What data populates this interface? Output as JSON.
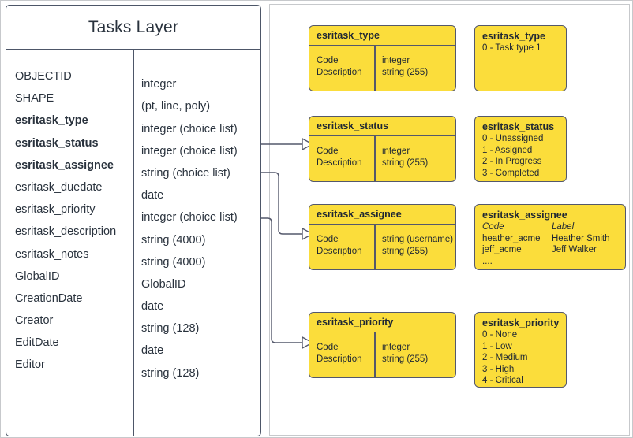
{
  "diagram": {
    "title": "Tasks Layer",
    "accent_yellow": "#fbdd3b",
    "border_color": "#4d5668"
  },
  "entity": {
    "title": "Tasks Layer",
    "fields": [
      {
        "name": "OBJECTID",
        "type": "integer",
        "bold": false
      },
      {
        "name": "SHAPE",
        "type": "(pt, line, poly)",
        "bold": false
      },
      {
        "name": "esritask_type",
        "type": "integer (choice list)",
        "bold": true
      },
      {
        "name": "esritask_status",
        "type": "integer (choice list)",
        "bold": true
      },
      {
        "name": "esritask_assignee",
        "type": "string (choice list)",
        "bold": true
      },
      {
        "name": "esritask_duedate",
        "type": "date",
        "bold": false
      },
      {
        "name": "esritask_priority",
        "type": "integer (choice list)",
        "bold": false
      },
      {
        "name": "esritask_description",
        "type": "string (4000)",
        "bold": false
      },
      {
        "name": "esritask_notes",
        "type": "string (4000)",
        "bold": false
      },
      {
        "name": "GlobalID",
        "type": "GlobalID",
        "bold": false
      },
      {
        "name": "CreationDate",
        "type": "date",
        "bold": false
      },
      {
        "name": "Creator",
        "type": "string (128)",
        "bold": false
      },
      {
        "name": "EditDate",
        "type": "date",
        "bold": false
      },
      {
        "name": "Editor",
        "type": "string (128)",
        "bold": false
      }
    ]
  },
  "schemas": {
    "type": {
      "title": "esritask_type",
      "code_label": "Code",
      "description_label": "Description",
      "code_type": "integer",
      "description_type": "string (255)"
    },
    "status": {
      "title": "esritask_status",
      "code_label": "Code",
      "description_label": "Description",
      "code_type": "integer",
      "description_type": "string (255)"
    },
    "assignee": {
      "title": "esritask_assignee",
      "code_label": "Code",
      "description_label": "Description",
      "code_type": "string  (username)",
      "description_type": "string (255)"
    },
    "priority": {
      "title": "esritask_priority",
      "code_label": "Code",
      "description_label": "Description",
      "code_type": "integer",
      "description_type": "string (255)"
    }
  },
  "domains": {
    "type": {
      "title": "esritask_type",
      "values": [
        "0 - Task type 1"
      ]
    },
    "status": {
      "title": "esritask_status",
      "values": [
        "0 - Unassigned",
        "1 - Assigned",
        "2 - In Progress",
        "3 - Completed"
      ]
    },
    "assignee": {
      "title": "esritask_assignee",
      "head_code": "Code",
      "head_label": "Label",
      "rows": [
        {
          "code": "heather_acme",
          "label": "Heather Smith"
        },
        {
          "code": "jeff_acme",
          "label": "Jeff Walker"
        },
        {
          "code": "....",
          "label": ""
        }
      ]
    },
    "priority": {
      "title": "esritask_priority",
      "values": [
        "0 - None",
        "1 - Low",
        "2 - Medium",
        "3 - High",
        "4 - Critical"
      ]
    }
  }
}
